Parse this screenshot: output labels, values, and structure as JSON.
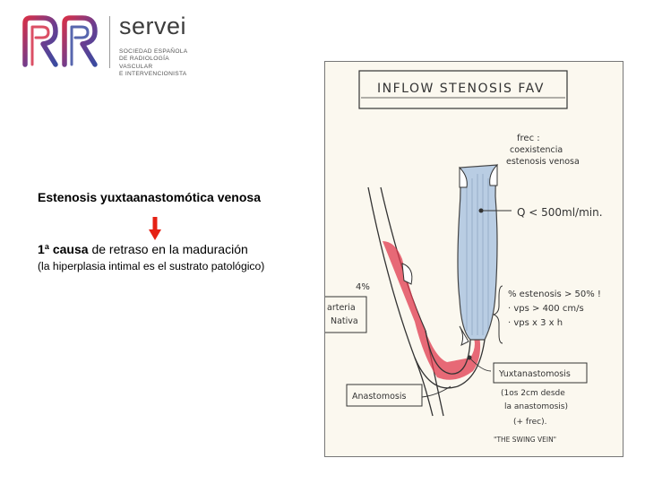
{
  "logo": {
    "name": "servei",
    "subtitle_lines": [
      "SOCIEDAD ESPAÑOLA",
      "DE RADIOLOGÍA",
      "VASCULAR",
      "E INTERVENCIONISTA"
    ],
    "colors": {
      "red": "#d5304a",
      "blue": "#3a4ba0",
      "purple": "#6d3d8f"
    }
  },
  "slide": {
    "title": "Estenosis yuxtaanastomótica venosa",
    "arrow_icon": "down-arrow-icon",
    "arrow_color": "#e52114",
    "cause_bold": "1ª causa",
    "cause_rest": " de retraso en la maduración",
    "cause_note": "(la hiperplasia intimal es el sustrato patológico)"
  },
  "sketch": {
    "title": "INFLOW STENOSIS FAV",
    "frec_label": "frec :",
    "coexist_1": "coexistencia",
    "coexist_2": "estenosis venosa",
    "flow": "Q < 500ml/min.",
    "pct": "4%",
    "arteria_1": "arteria",
    "arteria_2": "Nativa",
    "crit_1": "% estenosis > 50% !",
    "crit_2": "· vps > 400 cm/s",
    "crit_3": "· vps x 3 x h",
    "anastomosis": "Anastomosis",
    "yuxta_1": "Yuxtanastomosis",
    "yuxta_2": "(1os 2cm desde",
    "yuxta_3": "la anastomosis)",
    "yuxta_4": "(+ frec).",
    "swing": "\"THE SWING VEIN\"",
    "colors": {
      "artery_red": "#e0394e",
      "vein_blue": "#b9cde3",
      "paper": "#fbf8ef"
    }
  }
}
